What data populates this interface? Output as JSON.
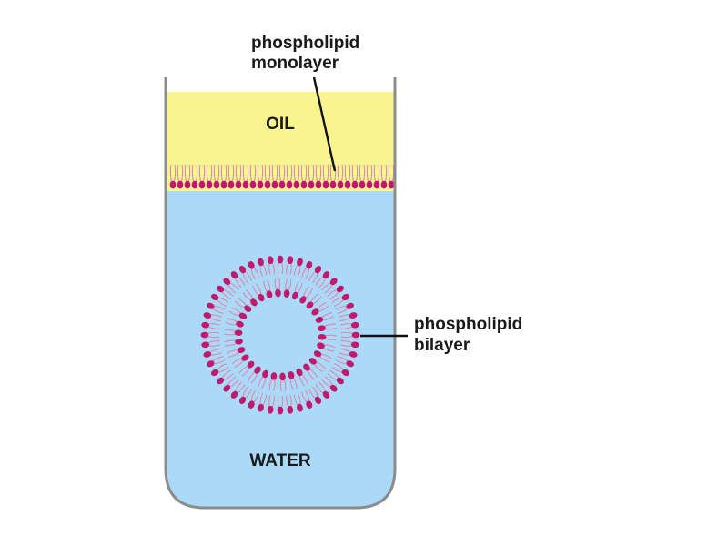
{
  "labels": {
    "oil": "OIL",
    "water": "WATER",
    "monolayer_line1": "phospholipid",
    "monolayer_line2": "monolayer",
    "bilayer_line1": "phospholipid",
    "bilayer_line2": "bilayer"
  },
  "colors": {
    "oil": "#f8f591",
    "water": "#abd9f8",
    "lipid_head": "#bf1a6b",
    "lipid_tail": "#d98bb1",
    "container": "#8c8c8c",
    "leader": "#111111"
  }
}
